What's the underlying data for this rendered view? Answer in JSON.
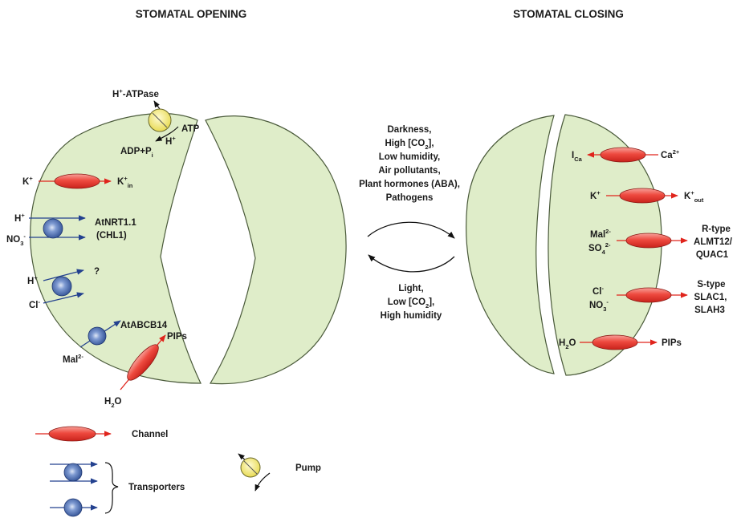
{
  "headings": {
    "opening": "STOMATAL OPENING",
    "closing": "STOMATAL CLOSING"
  },
  "opening": {
    "pump": {
      "name_h": "H",
      "name_sup": "+",
      "name_rest": "-ATPase",
      "atp": "ATP",
      "h": "H",
      "h_sup": "+",
      "adp": "ADP+P",
      "adp_sub": "i"
    },
    "k_channel": {
      "left": "K",
      "left_sup": "+",
      "right": "K",
      "right_sup": "+",
      "right_sub": "in"
    },
    "nrt": {
      "h": "H",
      "h_sup": "+",
      "no": "NO",
      "no_sub": "3",
      "no_sup": "-",
      "name1": "AtNRT1.1",
      "name2": "(CHL1)"
    },
    "unknown": {
      "mark": "?",
      "h": "H",
      "h_sup": "+",
      "cl": "Cl",
      "cl_sup": "-"
    },
    "abcb": {
      "name": "AtABCB14",
      "mal": "Mal",
      "mal_sup": "2-"
    },
    "pips": {
      "name": "PIPs",
      "h2o_h": "H",
      "h2o_sub": "2",
      "h2o_o": "O"
    }
  },
  "conditions": {
    "closing": {
      "line1": "Darkness,",
      "line2_a": "High [CO",
      "line2_sub": "2",
      "line2_b": "],",
      "line3": "Low humidity,",
      "line4": "Air pollutants,",
      "line5": "Plant hormones (ABA),",
      "line6": "Pathogens"
    },
    "opening": {
      "line1": "Light,",
      "line2_a": "Low [CO",
      "line2_sub": "2",
      "line2_b": "],",
      "line3": "High humidity"
    }
  },
  "closing": {
    "ca": {
      "i": "I",
      "i_sub": "Ca",
      "ca": "Ca",
      "ca_sup": "2+"
    },
    "k": {
      "k": "K",
      "k_sup": "+",
      "kout": "K",
      "kout_sup": "+",
      "kout_sub": "out"
    },
    "rtype": {
      "mal": "Mal",
      "mal_sup": "2-",
      "so": "SO",
      "so_sub": "4",
      "so_sup": "2-",
      "name1": "R-type",
      "name2": "ALMT12/",
      "name3": "QUAC1"
    },
    "stype": {
      "cl": "Cl",
      "cl_sup": "-",
      "no": "NO",
      "no_sub": "3",
      "no_sup": "-",
      "name1": "S-type",
      "name2": "SLAC1,",
      "name3": "SLAH3"
    },
    "pips": {
      "h": "H",
      "h_sub": "2",
      "o": "O",
      "name": "PIPs"
    }
  },
  "legend": {
    "channel": "Channel",
    "transporters": "Transporters",
    "pump": "Pump"
  },
  "colors": {
    "cell_fill": "#dfedc9",
    "cell_stroke": "#4a5a3a",
    "channel": "#ef3f3a",
    "transporter": "#3a5fa8",
    "pump": "#f3ea6a",
    "red_arrow": "#e0241c",
    "blue_arrow": "#23418f"
  }
}
